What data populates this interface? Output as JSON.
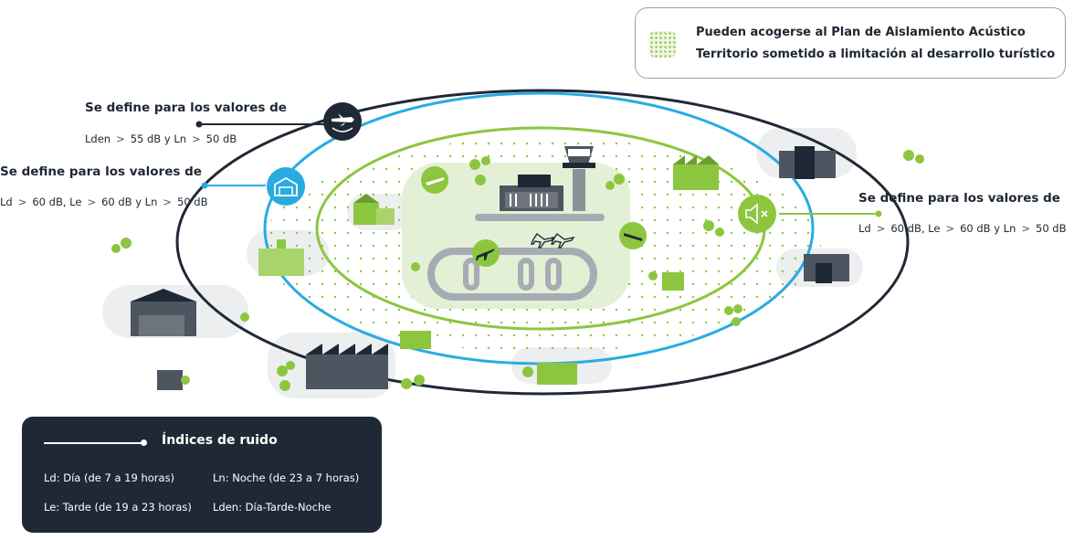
{
  "legend": {
    "item1": "Pueden acogerse al Plan de Aislamiento Acústico",
    "item2": "Territorio sometido a limitación al desarrollo turístico"
  },
  "zones": {
    "outer": {
      "title": "Se define para los valores de",
      "c1": "Lden",
      "v1": "55 dB y Ln",
      "v2": "50 dB",
      "icon": "airplane-sound-icon",
      "color": "#1f2935"
    },
    "middle": {
      "title": "Se define para los valores de",
      "c1": "Ld",
      "v1": "60 dB, Le",
      "v2": "60 dB y Ln",
      "v3": "50 dB",
      "icon": "hangar-icon",
      "color": "#29abe2"
    },
    "inner": {
      "title": "Se define para los valores de",
      "c1": "Ld",
      "v1": "60 dB, Le",
      "v2": "60 dB y Ln",
      "v3": "50 dB",
      "icon": "muted-speaker-icon",
      "color": "#8cc63f"
    }
  },
  "key": {
    "title": "Índices de ruido",
    "ld": "Ld: Día (de 7 a 19 horas)",
    "ln": "Ln: Noche (de 23 a 7 horas)",
    "le": "Le: Tarde (de 19 a 23 horas)",
    "lden": "Lden: Día-Tarde-Noche"
  },
  "colors": {
    "dark": "#1f2935",
    "blue": "#29abe2",
    "green": "#8cc63f",
    "green_light": "#e4f0d5",
    "gray_light": "#edeff1"
  }
}
